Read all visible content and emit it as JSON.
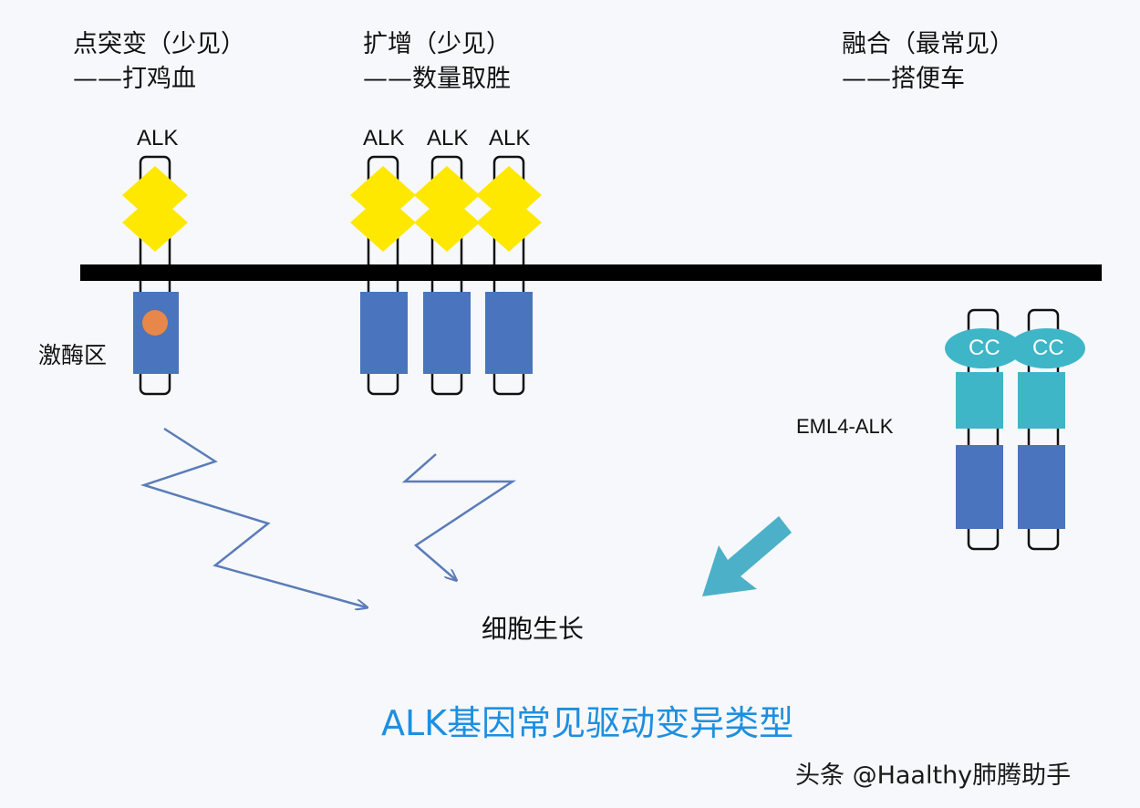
{
  "categories": [
    {
      "title": "点突变（少见）",
      "subtitle": "——打鸡血"
    },
    {
      "title": "扩增（少见）",
      "subtitle": "——数量取胜"
    },
    {
      "title": "融合（最常见）",
      "subtitle": "——搭便车"
    }
  ],
  "receptor_label": "ALK",
  "kinase_label": "激酶区",
  "coiled_coil_label": "CC",
  "fusion_label": "EML4-ALK",
  "outcome_label": "细胞生长",
  "caption": "ALK基因常见驱动变异类型",
  "watermark": "头条 @Haalthy肺腾助手",
  "colors": {
    "extracellular_domain": "#ffe800",
    "kinase_domain": "#4a74bd",
    "teal_domain": "#3eb6c8",
    "mutation_dot": "#e8874a",
    "membrane": "#000000",
    "arrow_line": "#5a7cb8",
    "fusion_arrow": "#4cb0c8",
    "caption": "#1e8fe0"
  }
}
